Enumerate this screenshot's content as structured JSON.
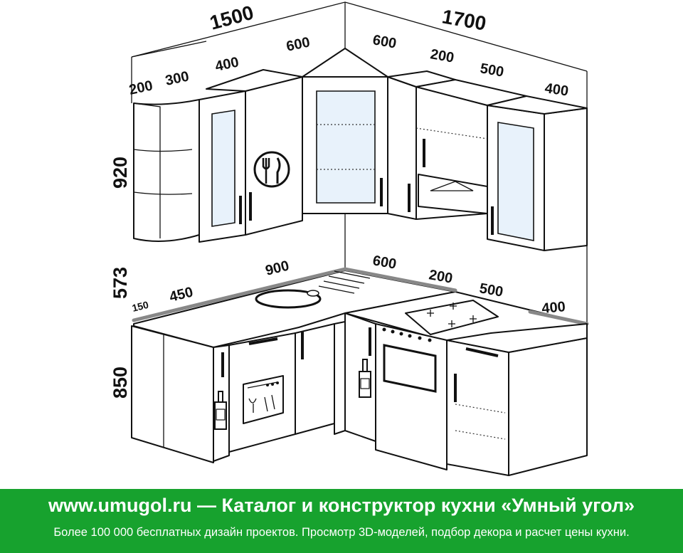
{
  "dimensions": {
    "top_left_total": "1500",
    "top_right_total": "1700",
    "wall_left": [
      "200",
      "300",
      "400",
      "600"
    ],
    "wall_right": [
      "600",
      "200",
      "500",
      "400"
    ],
    "base_left": [
      "150",
      "450",
      "900"
    ],
    "base_right": [
      "600",
      "200",
      "500",
      "400"
    ],
    "height_wall": "920",
    "height_gap": "573",
    "height_base": "850"
  },
  "banner": {
    "title": "www.umugol.ru — Каталог и конструктор кухни «Умный угол»",
    "subtitle": "Более 100 000 бесплатных дизайн проектов. Просмотр 3D-моделей, подбор декора и расчет цены кухни."
  },
  "colors": {
    "banner": "#17a22e",
    "line": "#111111",
    "glass": "#e8f2fb"
  }
}
